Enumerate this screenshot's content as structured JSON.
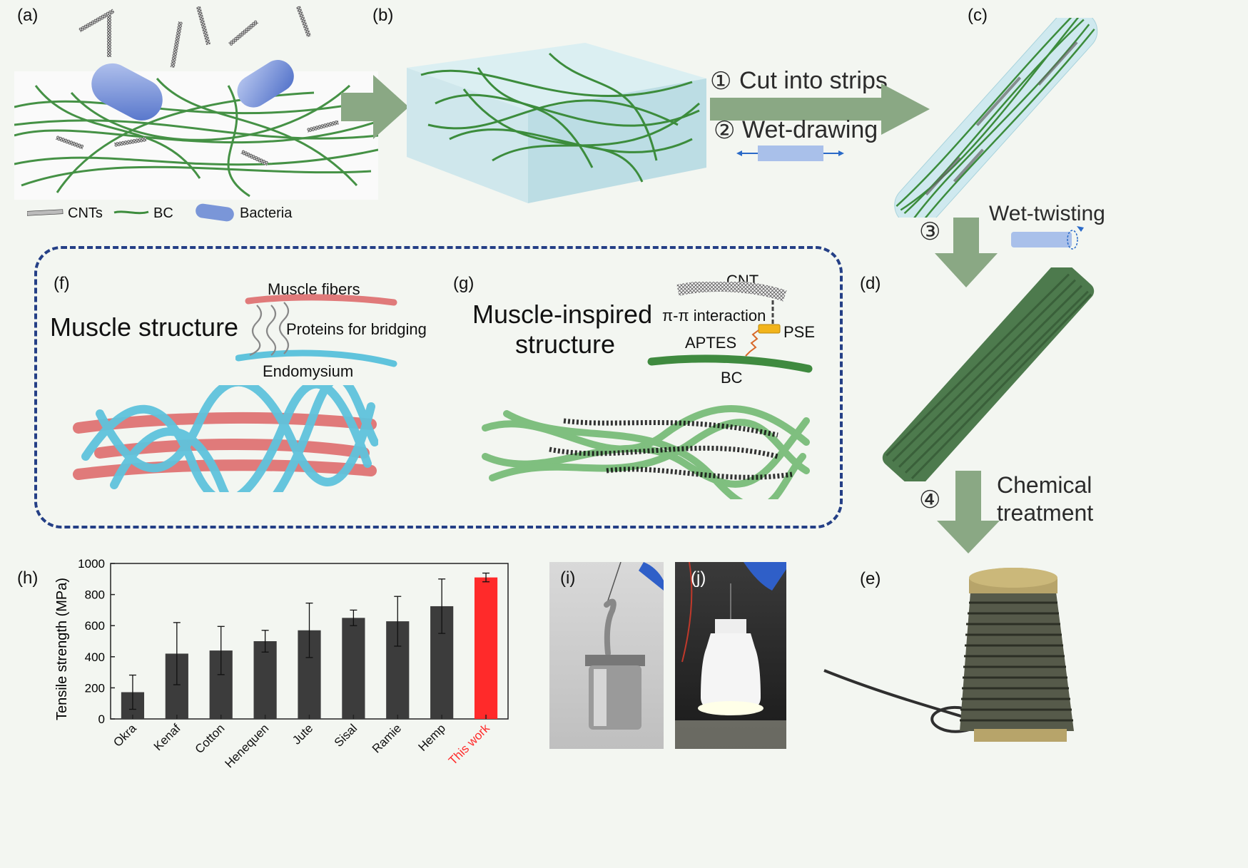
{
  "panels": {
    "a": "(a)",
    "b": "(b)",
    "c": "(c)",
    "d": "(d)",
    "e": "(e)",
    "f": "(f)",
    "g": "(g)",
    "h": "(h)",
    "i": "(i)",
    "j": "(j)"
  },
  "legend": {
    "cnts": "CNTs",
    "bc": "BC",
    "bacteria": "Bacteria"
  },
  "steps": {
    "s1_num": "①",
    "s1": "Cut into strips",
    "s2_num": "②",
    "s2": "Wet-drawing",
    "s3_num": "③",
    "s3": "Wet-twisting",
    "s4_num": "④",
    "s4_line1": "Chemical",
    "s4_line2": "treatment"
  },
  "muscle": {
    "title": "Muscle structure",
    "fibers": "Muscle fibers",
    "proteins": "Proteins for bridging",
    "endomysium": "Endomysium"
  },
  "inspired": {
    "title_line1": "Muscle-inspired",
    "title_line2": "structure",
    "cnt": "CNT",
    "pipi": "π-π interaction",
    "pse": "PSE",
    "aptes": "APTES",
    "bc": "BC"
  },
  "colors": {
    "arrow": "#8aa884",
    "bc_green": "#3f8a3f",
    "muscle_red": "#e07a7a",
    "endomysium_blue": "#5fc3dc",
    "highlight_red": "#ff2a2a",
    "bar_gray": "#3c3c3c",
    "dash_blue": "#243f86"
  },
  "chart_data": {
    "type": "bar",
    "categories": [
      "Okra",
      "Kenaf",
      "Cotton",
      "Henequen",
      "Jute",
      "Sisal",
      "Ramie",
      "Hemp",
      "This work"
    ],
    "values": [
      172,
      420,
      440,
      500,
      570,
      650,
      628,
      725,
      910
    ],
    "errors": [
      110,
      200,
      155,
      70,
      175,
      50,
      160,
      175,
      28
    ],
    "highlight": "This work",
    "ylabel": "Tensile strength (MPa)",
    "ylim": [
      0,
      1000
    ],
    "yticks": [
      0,
      200,
      400,
      600,
      800,
      1000
    ]
  }
}
